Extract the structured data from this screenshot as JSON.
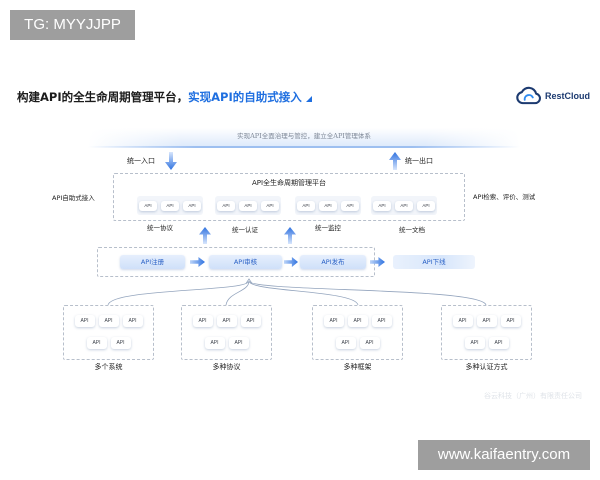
{
  "watermark_top": "TG: MYYJJPP",
  "title": {
    "main": "构建API的全生命周期管理平台，",
    "highlight": "实现API的自助式接入"
  },
  "logo": {
    "name": "RestCloud",
    "icon": "cloud-logo-icon"
  },
  "banner": "实现API全面治理与管控，建立全API管理体系",
  "entry_label": "统一入口",
  "exit_label": "统一出口",
  "platform": {
    "title": "API全生命周期管理平台",
    "groups": [
      {
        "label": "统一协议",
        "pills": [
          "API",
          "API",
          "API"
        ]
      },
      {
        "label": "统一认证",
        "pills": [
          "API",
          "API",
          "API"
        ]
      },
      {
        "label": "统一监控",
        "pills": [
          "API",
          "API",
          "API"
        ]
      },
      {
        "label": "统一文档",
        "pills": [
          "API",
          "API",
          "API"
        ]
      }
    ]
  },
  "side_left": "API自助式接入",
  "side_right": "API检索、评价、测试",
  "workflow": {
    "steps": [
      "API注册",
      "API审核",
      "API发布"
    ],
    "offline": "API下线"
  },
  "sources": [
    {
      "label": "多个系统",
      "pills": [
        "API",
        "API",
        "API",
        "API",
        "API"
      ]
    },
    {
      "label": "多种协议",
      "pills": [
        "API",
        "API",
        "API",
        "API",
        "API"
      ]
    },
    {
      "label": "多种框架",
      "pills": [
        "API",
        "API",
        "API",
        "API",
        "API"
      ]
    },
    {
      "label": "多种认证方式",
      "pills": [
        "API",
        "API",
        "API",
        "API",
        "API"
      ]
    }
  ],
  "footer": "谷云科技（广州）有限责任公司",
  "watermark_bottom": "www.kaifaentry.com",
  "icons": {
    "entry": "down-arrow-icon",
    "exit": "up-arrow-icon",
    "flow": "right-arrow-icon"
  },
  "colors": {
    "accent": "#1f6fe0",
    "logo_navy": "#1c3a70",
    "dashed_border": "#b7bfcb",
    "watermark_bg": "#9e9e9e"
  }
}
